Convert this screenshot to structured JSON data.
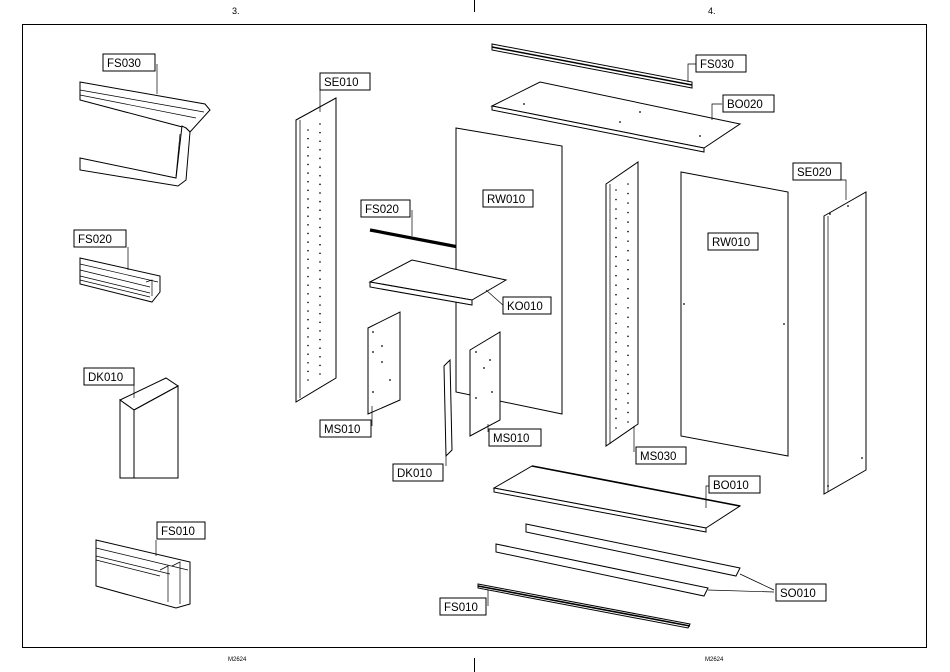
{
  "page": {
    "left_number": "3.",
    "right_number": "4.",
    "footer_left": "M2624",
    "footer_right": "M2624"
  },
  "details": {
    "fs030": "FS030",
    "fs020": "FS020",
    "dk010": "DK010",
    "fs010": "FS010"
  },
  "parts": {
    "se010": "SE010",
    "fs020": "FS020",
    "ms010": "MS010",
    "dk010": "DK010",
    "rw010_back": "RW010",
    "ko010": "KO010",
    "ms010_b": "MS010",
    "fs030": "FS030",
    "bo020": "BO020",
    "ms030": "MS030",
    "rw010_front": "RW010",
    "se020": "SE020",
    "bo010": "BO010",
    "so010": "SO010",
    "fs010": "FS010"
  }
}
